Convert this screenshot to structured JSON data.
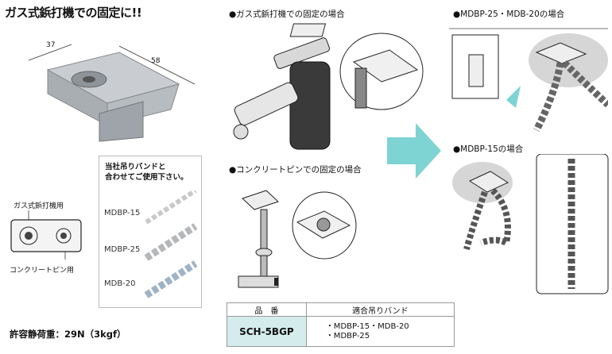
{
  "title": "ガス式鋲打機での固定に!!",
  "dimensions": {
    "width": "37",
    "length": "58"
  },
  "legend_labels": {
    "gas": "ガス式鋲打機用",
    "concrete": "コンクリートピン用"
  },
  "band_box": {
    "title_line1": "当社吊りバンドと",
    "title_line2": "合わせてご使用下さい。",
    "bands": [
      "MDBP-15",
      "MDBP-25",
      "MDB-20"
    ]
  },
  "load": "許容静荷重：29N（3kgf）",
  "sections": {
    "gas": "●ガス式鋲打機での固定の場合",
    "concrete": "●コンクリートピンでの固定の場合",
    "mdbp25": "●MDBP-25・MDB-20の場合",
    "mdbp15": "●MDBP-15の場合"
  },
  "spec_table": {
    "header_model": "品　番",
    "header_band": "適合吊りバンド",
    "model": "SCH-5BGP",
    "bands_line1": "・MDBP-15・MDB-20",
    "bands_line2": "・MDBP-25"
  },
  "colors": {
    "arrow": "#7ed3d3",
    "table_highlight": "#d4ecec",
    "product_gray": "#b9bec3"
  }
}
